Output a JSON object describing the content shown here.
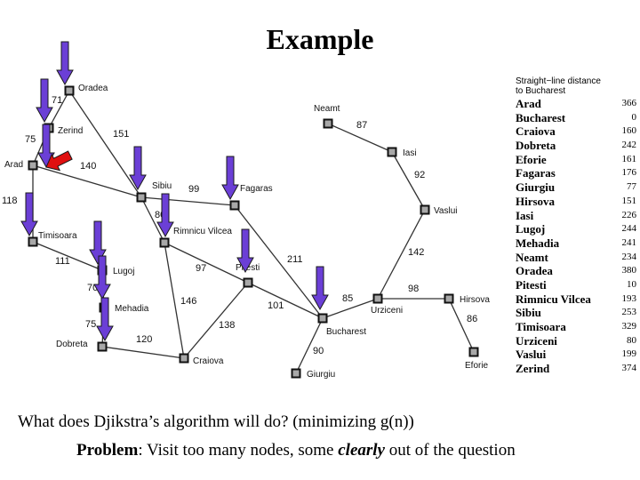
{
  "slide": {
    "title": "Example"
  },
  "map": {
    "cities": [
      {
        "id": "oradea",
        "name": "Oradea"
      },
      {
        "id": "zerind",
        "name": "Zerind"
      },
      {
        "id": "arad",
        "name": "Arad"
      },
      {
        "id": "sibiu",
        "name": "Sibiu"
      },
      {
        "id": "fagaras",
        "name": "Fagaras"
      },
      {
        "id": "timisoara",
        "name": "Timisoara"
      },
      {
        "id": "lugoj",
        "name": "Lugoj"
      },
      {
        "id": "mehadia",
        "name": "Mehadia"
      },
      {
        "id": "dobreta",
        "name": "Dobreta"
      },
      {
        "id": "craiova",
        "name": "Craiova"
      },
      {
        "id": "rimnicu",
        "name": "Rimnicu Vilcea"
      },
      {
        "id": "pitesti",
        "name": "Pitesti"
      },
      {
        "id": "bucharest",
        "name": "Bucharest"
      },
      {
        "id": "giurgiu",
        "name": "Giurgiu"
      },
      {
        "id": "urziceni",
        "name": "Urziceni"
      },
      {
        "id": "hirsova",
        "name": "Hirsova"
      },
      {
        "id": "eforie",
        "name": "Eforie"
      },
      {
        "id": "vaslui",
        "name": "Vaslui"
      },
      {
        "id": "iasi",
        "name": "Iasi"
      },
      {
        "id": "neamt",
        "name": "Neamt"
      }
    ],
    "roads": [
      {
        "from": "oradea",
        "to": "zerind",
        "distance": "71"
      },
      {
        "from": "zerind",
        "to": "arad",
        "distance": "75"
      },
      {
        "from": "oradea",
        "to": "sibiu",
        "distance": "151"
      },
      {
        "from": "arad",
        "to": "sibiu",
        "distance": "140"
      },
      {
        "from": "arad",
        "to": "timisoara",
        "distance": "118"
      },
      {
        "from": "timisoara",
        "to": "lugoj",
        "distance": "111"
      },
      {
        "from": "lugoj",
        "to": "mehadia",
        "distance": "70"
      },
      {
        "from": "mehadia",
        "to": "dobreta",
        "distance": "75"
      },
      {
        "from": "dobreta",
        "to": "craiova",
        "distance": "120"
      },
      {
        "from": "sibiu",
        "to": "fagaras",
        "distance": "99"
      },
      {
        "from": "sibiu",
        "to": "rimnicu",
        "distance": "80"
      },
      {
        "from": "rimnicu",
        "to": "pitesti",
        "distance": "97"
      },
      {
        "from": "rimnicu",
        "to": "craiova",
        "distance": "146"
      },
      {
        "from": "craiova",
        "to": "pitesti",
        "distance": "138"
      },
      {
        "from": "fagaras",
        "to": "bucharest",
        "distance": "211"
      },
      {
        "from": "pitesti",
        "to": "bucharest",
        "distance": "101"
      },
      {
        "from": "bucharest",
        "to": "giurgiu",
        "distance": "90"
      },
      {
        "from": "bucharest",
        "to": "urziceni",
        "distance": "85"
      },
      {
        "from": "urziceni",
        "to": "hirsova",
        "distance": "98"
      },
      {
        "from": "hirsova",
        "to": "eforie",
        "distance": "86"
      },
      {
        "from": "urziceni",
        "to": "vaslui",
        "distance": "142"
      },
      {
        "from": "vaslui",
        "to": "iasi",
        "distance": "92"
      },
      {
        "from": "iasi",
        "to": "neamt",
        "distance": "87"
      }
    ],
    "visited_cities": [
      "oradea",
      "zerind",
      "arad",
      "sibiu",
      "fagaras",
      "timisoara",
      "rimnicu",
      "lugoj",
      "mehadia",
      "dobreta",
      "pitesti",
      "bucharest"
    ],
    "start_city": "arad",
    "arrow_colors": {
      "visited": "#6b3fd6",
      "start": "#e01010"
    }
  },
  "sld_table": {
    "header_line1": "Straight−line distance",
    "header_line2": "to Bucharest",
    "rows": [
      {
        "city": "Arad",
        "value": "366"
      },
      {
        "city": "Bucharest",
        "value": "0"
      },
      {
        "city": "Craiova",
        "value": "160"
      },
      {
        "city": "Dobreta",
        "value": "242"
      },
      {
        "city": "Eforie",
        "value": "161"
      },
      {
        "city": "Fagaras",
        "value": "176"
      },
      {
        "city": "Giurgiu",
        "value": "77"
      },
      {
        "city": "Hirsova",
        "value": "151"
      },
      {
        "city": "Iasi",
        "value": "226"
      },
      {
        "city": "Lugoj",
        "value": "244"
      },
      {
        "city": "Mehadia",
        "value": "241"
      },
      {
        "city": "Neamt",
        "value": "234"
      },
      {
        "city": "Oradea",
        "value": "380"
      },
      {
        "city": "Pitesti",
        "value": "10"
      },
      {
        "city": "Rimnicu Vilcea",
        "value": "193"
      },
      {
        "city": "Sibiu",
        "value": "253"
      },
      {
        "city": "Timisoara",
        "value": "329"
      },
      {
        "city": "Urziceni",
        "value": "80"
      },
      {
        "city": "Vaslui",
        "value": "199"
      },
      {
        "city": "Zerind",
        "value": "374"
      }
    ]
  },
  "caption": {
    "question": "What does Djikstra’s algorithm will do? (minimizing g(n))",
    "problem_label": "Problem",
    "problem_text_1": ": Visit too many nodes, some ",
    "problem_emphasis": "clearly",
    "problem_text_2": " out of the question"
  }
}
